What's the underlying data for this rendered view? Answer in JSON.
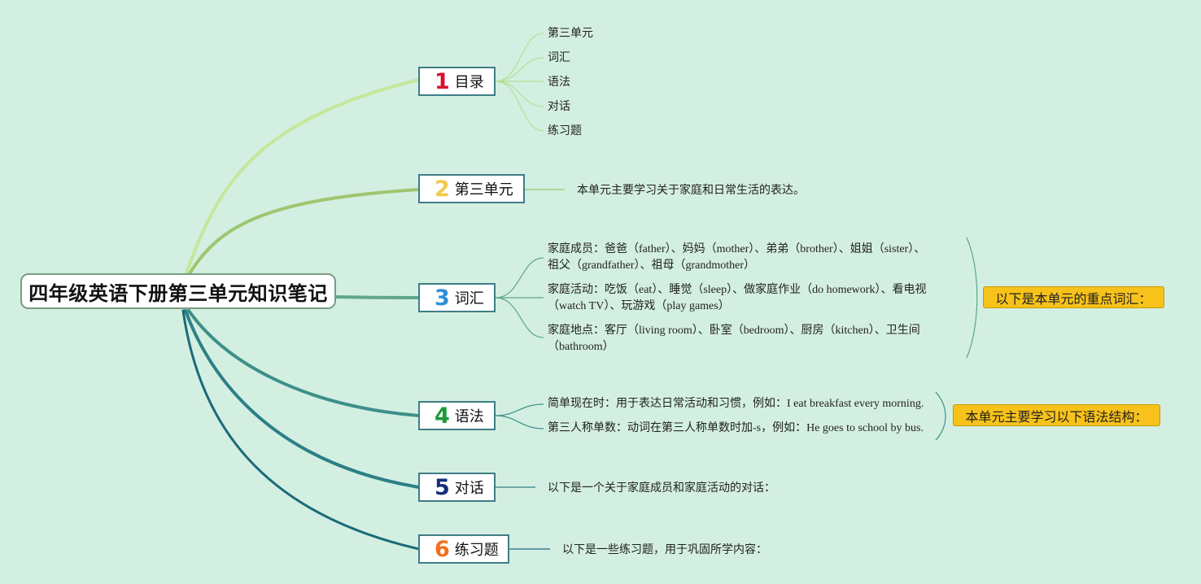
{
  "root": {
    "title": "四年级英语下册第三单元知识笔记"
  },
  "colors": {
    "background": "#d3efe1",
    "branch_1": "#c6e79b",
    "branch_2": "#9ec66f",
    "branch_3": "#5fa58c",
    "branch_4": "#3d8f89",
    "branch_5": "#2c7f86",
    "branch_6": "#1a6a7a",
    "num_1": "#d7102f",
    "num_2": "#f2c94c",
    "num_3": "#2e8fd6",
    "num_4": "#1c9a3b",
    "num_5": "#142f7a",
    "num_6": "#f0701e",
    "callout": "#f7c21a"
  },
  "branches": [
    {
      "num": "1",
      "label": "目录",
      "icon": "number-1-icon",
      "children": [
        "第三单元",
        "词汇",
        "语法",
        "对话",
        "练习题"
      ]
    },
    {
      "num": "2",
      "label": "第三单元",
      "icon": "number-2-icon",
      "children": [
        "本单元主要学习关于家庭和日常生活的表达。"
      ]
    },
    {
      "num": "3",
      "label": "词汇",
      "icon": "number-3-icon",
      "children": [
        "家庭成员：爸爸（father）、妈妈（mother）、弟弟（brother）、姐姐（sister）、",
        "祖父（grandfather）、祖母（grandmother）",
        "家庭活动：吃饭（eat）、睡觉（sleep）、做家庭作业（do homework）、看电视",
        "（watch TV）、玩游戏（play games）",
        "家庭地点：客厅（living room）、卧室（bedroom）、厨房（kitchen）、卫生间",
        "（bathroom）"
      ],
      "summary": "以下是本单元的重点词汇："
    },
    {
      "num": "4",
      "label": "语法",
      "icon": "number-4-icon",
      "children": [
        "简单现在时：用于表达日常活动和习惯，例如：I eat breakfast every morning.",
        "第三人称单数：动词在第三人称单数时加-s，例如：He goes to school by bus."
      ],
      "summary": "本单元主要学习以下语法结构："
    },
    {
      "num": "5",
      "label": "对话",
      "icon": "number-5-icon",
      "children": [
        "以下是一个关于家庭成员和家庭活动的对话："
      ]
    },
    {
      "num": "6",
      "label": "练习题",
      "icon": "number-6-icon",
      "children": [
        "以下是一些练习题，用于巩固所学内容："
      ]
    }
  ]
}
